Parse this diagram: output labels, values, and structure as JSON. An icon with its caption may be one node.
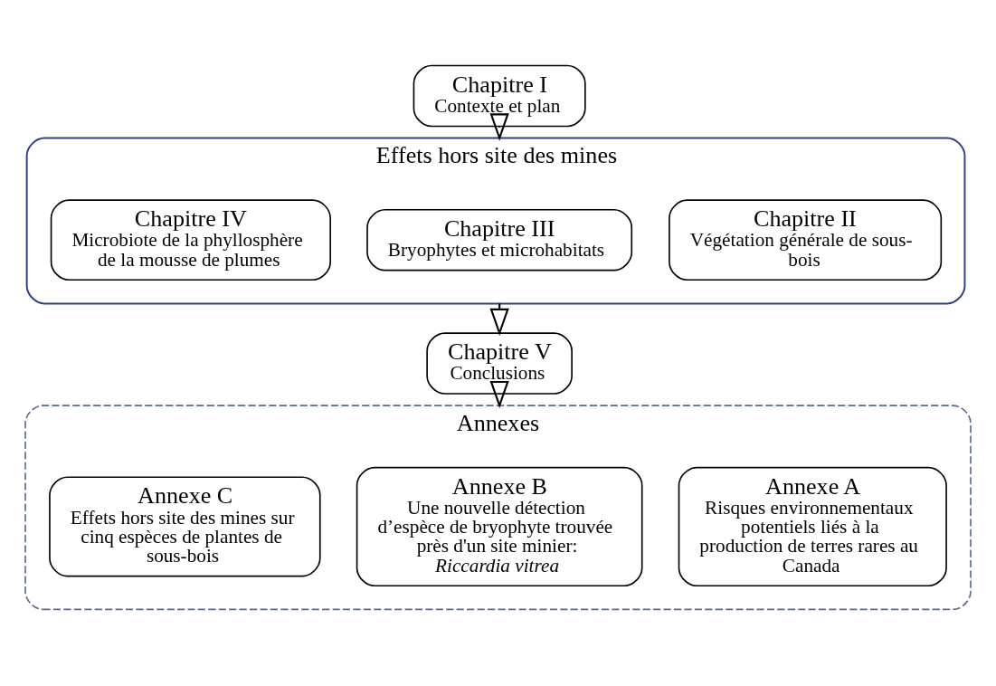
{
  "diagram": {
    "nodes": [
      {
        "text": [
          "Chapitre I",
          "Contexte et plan"
        ]
      },
      {
        "text": [
          "Effets hors site des mines"
        ]
      },
      {
        "text": [
          "Chapitre II",
          "Végétation générale de sous-bois"
        ],
        "in": 1
      },
      {
        "text": [
          "Chapitre III",
          "Bryophytes et microhabitats"
        ],
        "in": 1
      },
      {
        "text": [
          "Chapitre IV",
          "Microbiote de la phyllosphère de la mousse de plumes"
        ],
        "in": 1
      },
      {
        "text": [
          "Chapitre V",
          "Conclusions"
        ]
      },
      {
        "text": [
          "Annexes"
        ]
      },
      {
        "text": [
          "Annexe A",
          "Risques environnementaux potentiels liés à la production de terres rares au Canada"
        ],
        "in": 6
      },
      {
        "text": [
          "Annexe B",
          "Une nouvelle détection d’espèce de bryophyte trouvée près d'un site minier: *Riccardia vitrea*"
        ],
        "in": 6
      },
      {
        "text": [
          "Annexe C",
          "Effets hors site des mines sur cinq espèces de plantes de sous-bois"
        ],
        "in": 6
      }
    ],
    "edges": [
      {
        "from": 0,
        "to": 1,
        "arrow": "to"
      },
      {
        "from": 1,
        "to": 5,
        "arrow": "to"
      },
      {
        "from": 5,
        "to": 6,
        "arrow": "to"
      }
    ]
  }
}
